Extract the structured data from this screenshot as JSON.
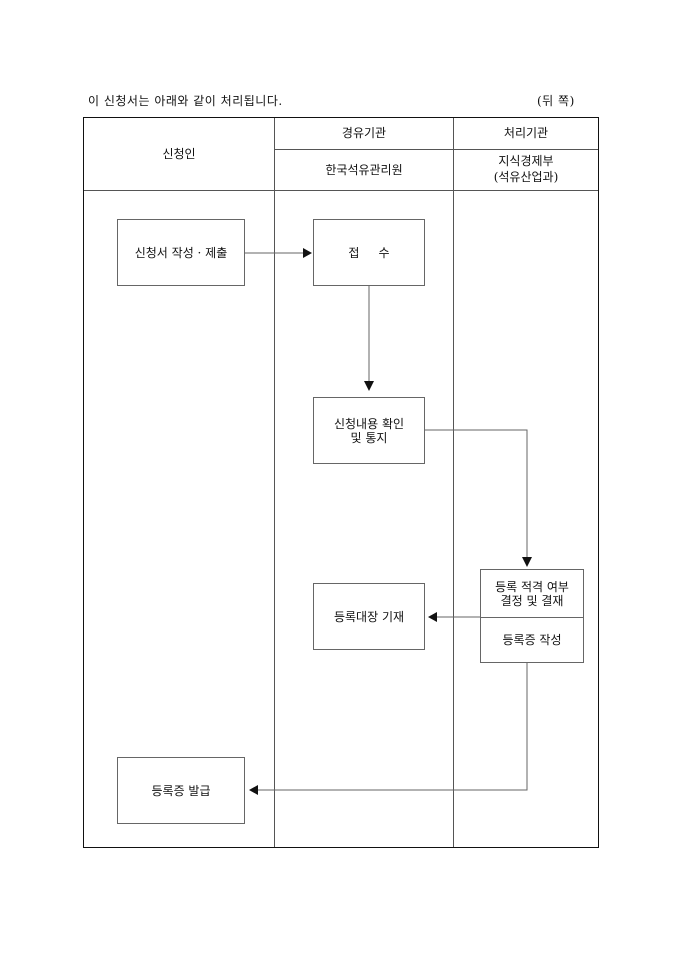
{
  "caption": "이 신청서는 아래와 같이 처리됩니다.",
  "side_label": "(뒤  쪽)",
  "headers": {
    "applicant": "신청인",
    "intermediary": "경유기관",
    "intermediary_org": "한국석유관리원",
    "processing": "처리기관",
    "processing_org_line1": "지식경제부",
    "processing_org_line2": "(석유산업과)"
  },
  "steps": {
    "submit": "신청서 작성 · 제출",
    "receive": "접     수",
    "confirm_line1": "신청내용 확인",
    "confirm_line2": "및 통지",
    "decide_line1": "등록 적격 여부",
    "decide_line2": "결정 및 결재",
    "write_cert": "등록증 작성",
    "register": "등록대장 기재",
    "issue": "등록증 발급"
  }
}
